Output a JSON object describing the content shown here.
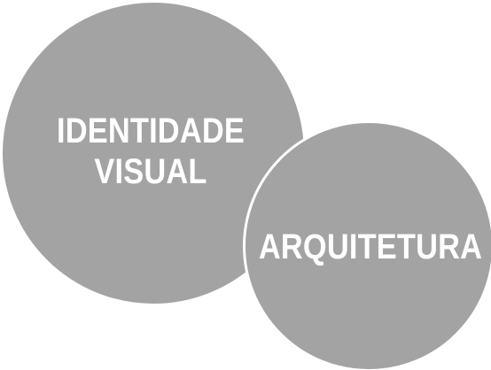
{
  "diagram": {
    "circle_fill": "#a3a3a3",
    "text_color": "#ffffff",
    "background": "#ffffff",
    "circles": [
      {
        "lines": [
          "IDENTIDADE",
          "VISUAL"
        ]
      },
      {
        "lines": [
          "ARQUITETURA"
        ]
      }
    ]
  }
}
